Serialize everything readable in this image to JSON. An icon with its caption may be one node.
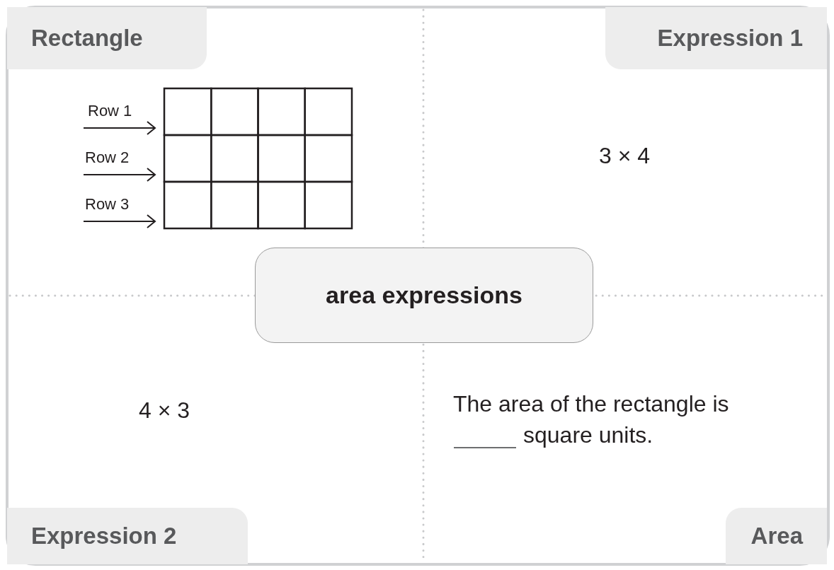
{
  "diagram": {
    "nodes": [
      {
        "text": [
          "Rectangle"
        ]
      },
      {
        "text": [
          "Expression 1"
        ]
      },
      {
        "text": [
          "Expression 2"
        ]
      },
      {
        "text": [
          "Area"
        ]
      },
      {
        "text": [
          "area expressions"
        ]
      }
    ],
    "labels": [
      "Row 1",
      "Row 2",
      "Row 3",
      "3 × 4",
      "4 × 3",
      "The area of the rectangle is",
      "square units."
    ]
  }
}
